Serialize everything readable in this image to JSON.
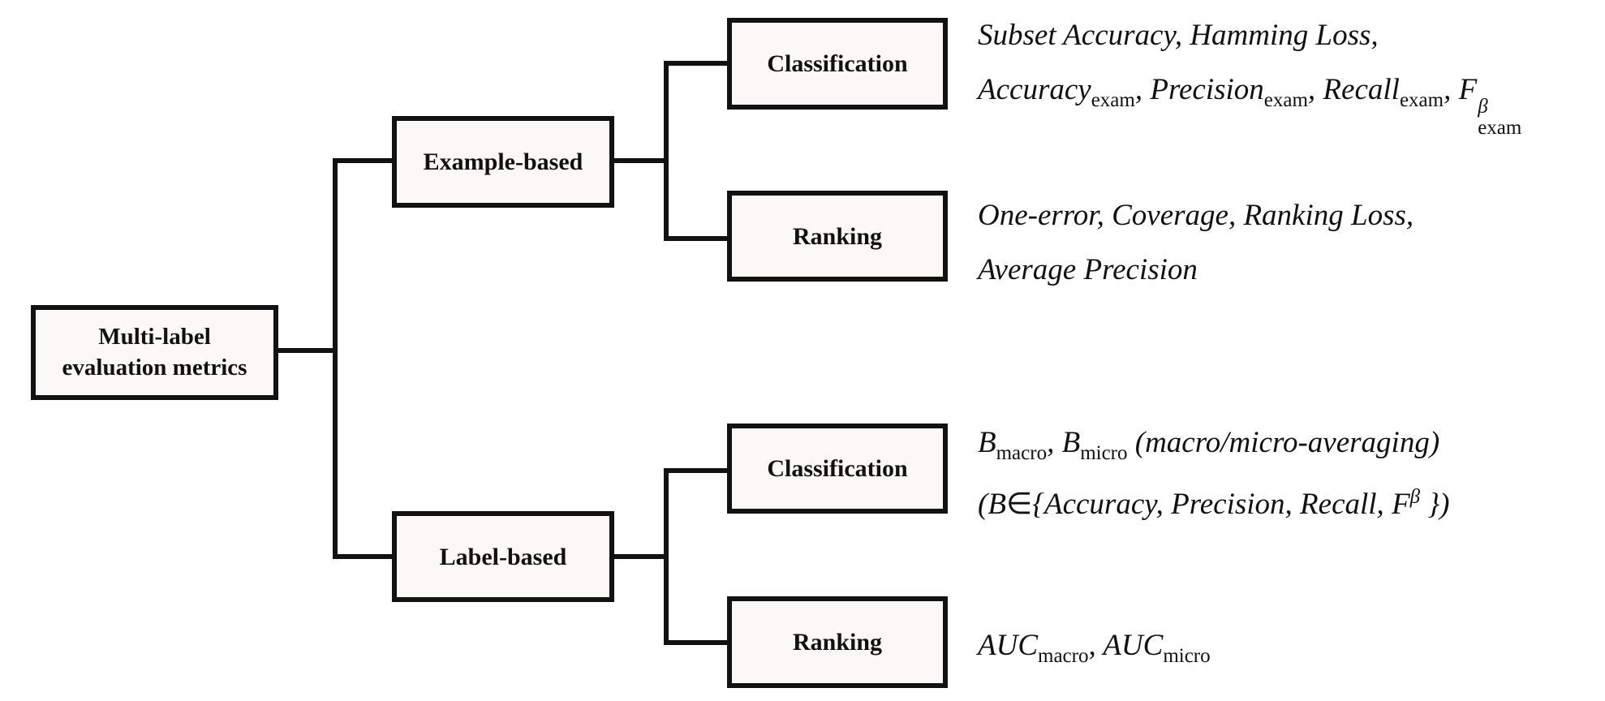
{
  "figure": {
    "root": {
      "line1": "Multi-label",
      "line2": "evaluation metrics"
    },
    "level1": {
      "example": "Example-based",
      "label": "Label-based"
    },
    "level2": {
      "example_classification": "Classification",
      "example_ranking": "Ranking",
      "label_classification": "Classification",
      "label_ranking": "Ranking"
    }
  },
  "annotations": {
    "example_classification": {
      "line1_text": "Subset Accuracy, Hamming Loss,",
      "line2": {
        "accuracy": "Accuracy",
        "accuracy_sub": "exam",
        "sep1": ", ",
        "precision": "Precision",
        "precision_sub": "exam",
        "sep2": ", ",
        "recall": "Recall",
        "recall_sub": "exam",
        "sep3": ", ",
        "f": "F",
        "f_sup": "β",
        "f_sub": "exam"
      }
    },
    "example_ranking": {
      "line1_text": "One-error, Coverage, Ranking Loss,",
      "line2_text": "Average Precision"
    },
    "label_classification": {
      "line1": {
        "b1": "B",
        "b1_sub": "macro",
        "sep": ", ",
        "b2": "B",
        "b2_sub": "micro",
        "rest": " (macro/micro-averaging)"
      },
      "line2": {
        "open": "(",
        "b": "B",
        "element_of": "∈",
        "brace": "{",
        "list": "Accuracy, Precision, Recall, ",
        "f": "F",
        "f_sup": "β",
        "close": " })"
      }
    },
    "label_ranking": {
      "line1": {
        "auc1": "AUC",
        "auc1_sub": "macro",
        "sep": ", ",
        "auc2": "AUC",
        "auc2_sub": "micro"
      }
    }
  },
  "colors": {
    "background": "#ffffff",
    "box_fill": "#faf9f6",
    "box_border": "#121212",
    "connector": "#121212",
    "text": "#111111"
  }
}
